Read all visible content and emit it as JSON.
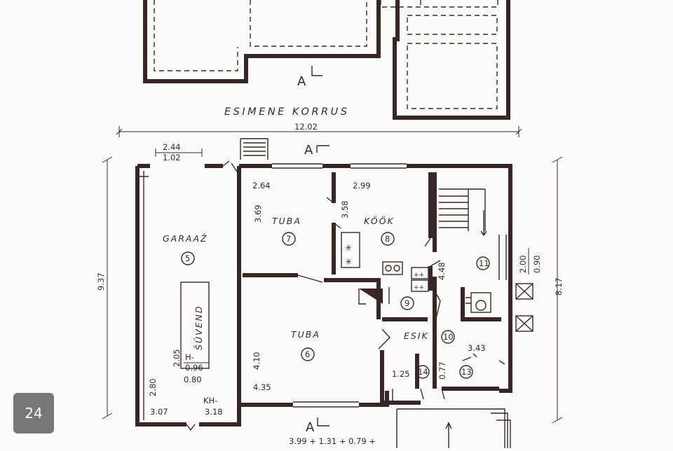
{
  "title": "ESIMENE KORRUS",
  "section_marks": {
    "top": "A",
    "middle": "A",
    "bottom": "A"
  },
  "page_badge": "24",
  "dimensions": {
    "overall_width": "12.02",
    "left_height": "9.37",
    "right_height": "8.17",
    "garage_door_a": "2.44",
    "garage_door_b": "1.02",
    "room7_width": "2.64",
    "room7_height": "3.69",
    "kitchen_width": "2.99",
    "kitchen_height": "3.58",
    "stair_height": "4.48",
    "window_a": "2.00",
    "window_b": "0.90",
    "pit_height": "2.05",
    "pit_h": "H-",
    "pit_h_val": "0.96",
    "pit_080": "0.80",
    "garage_280": "2.80",
    "garage_307": "3.07",
    "kh_label": "KH-",
    "kh_val": "3.18",
    "room6_height": "4.10",
    "room6_width": "4.35",
    "wc_125": "1.25",
    "wc_077": "0.77",
    "hall_343": "3.43",
    "bottom_sum": "3.99 + 1.31 + 0.79 +"
  },
  "rooms": {
    "garage": {
      "name": "GARAAŽ",
      "no": "5"
    },
    "pit": {
      "name": "ŠÜVEND"
    },
    "room7": {
      "name": "TUBA",
      "no": "7"
    },
    "kitchen": {
      "name": "KÖÖK",
      "no": "8"
    },
    "room6": {
      "name": "TUBA",
      "no": "6"
    },
    "pantry": {
      "no": "9"
    },
    "hall": {
      "name": "ESIK",
      "no": "10"
    },
    "stair": {
      "no": "11"
    },
    "wc": {
      "no": "13"
    },
    "wash": {
      "no": "14"
    }
  }
}
